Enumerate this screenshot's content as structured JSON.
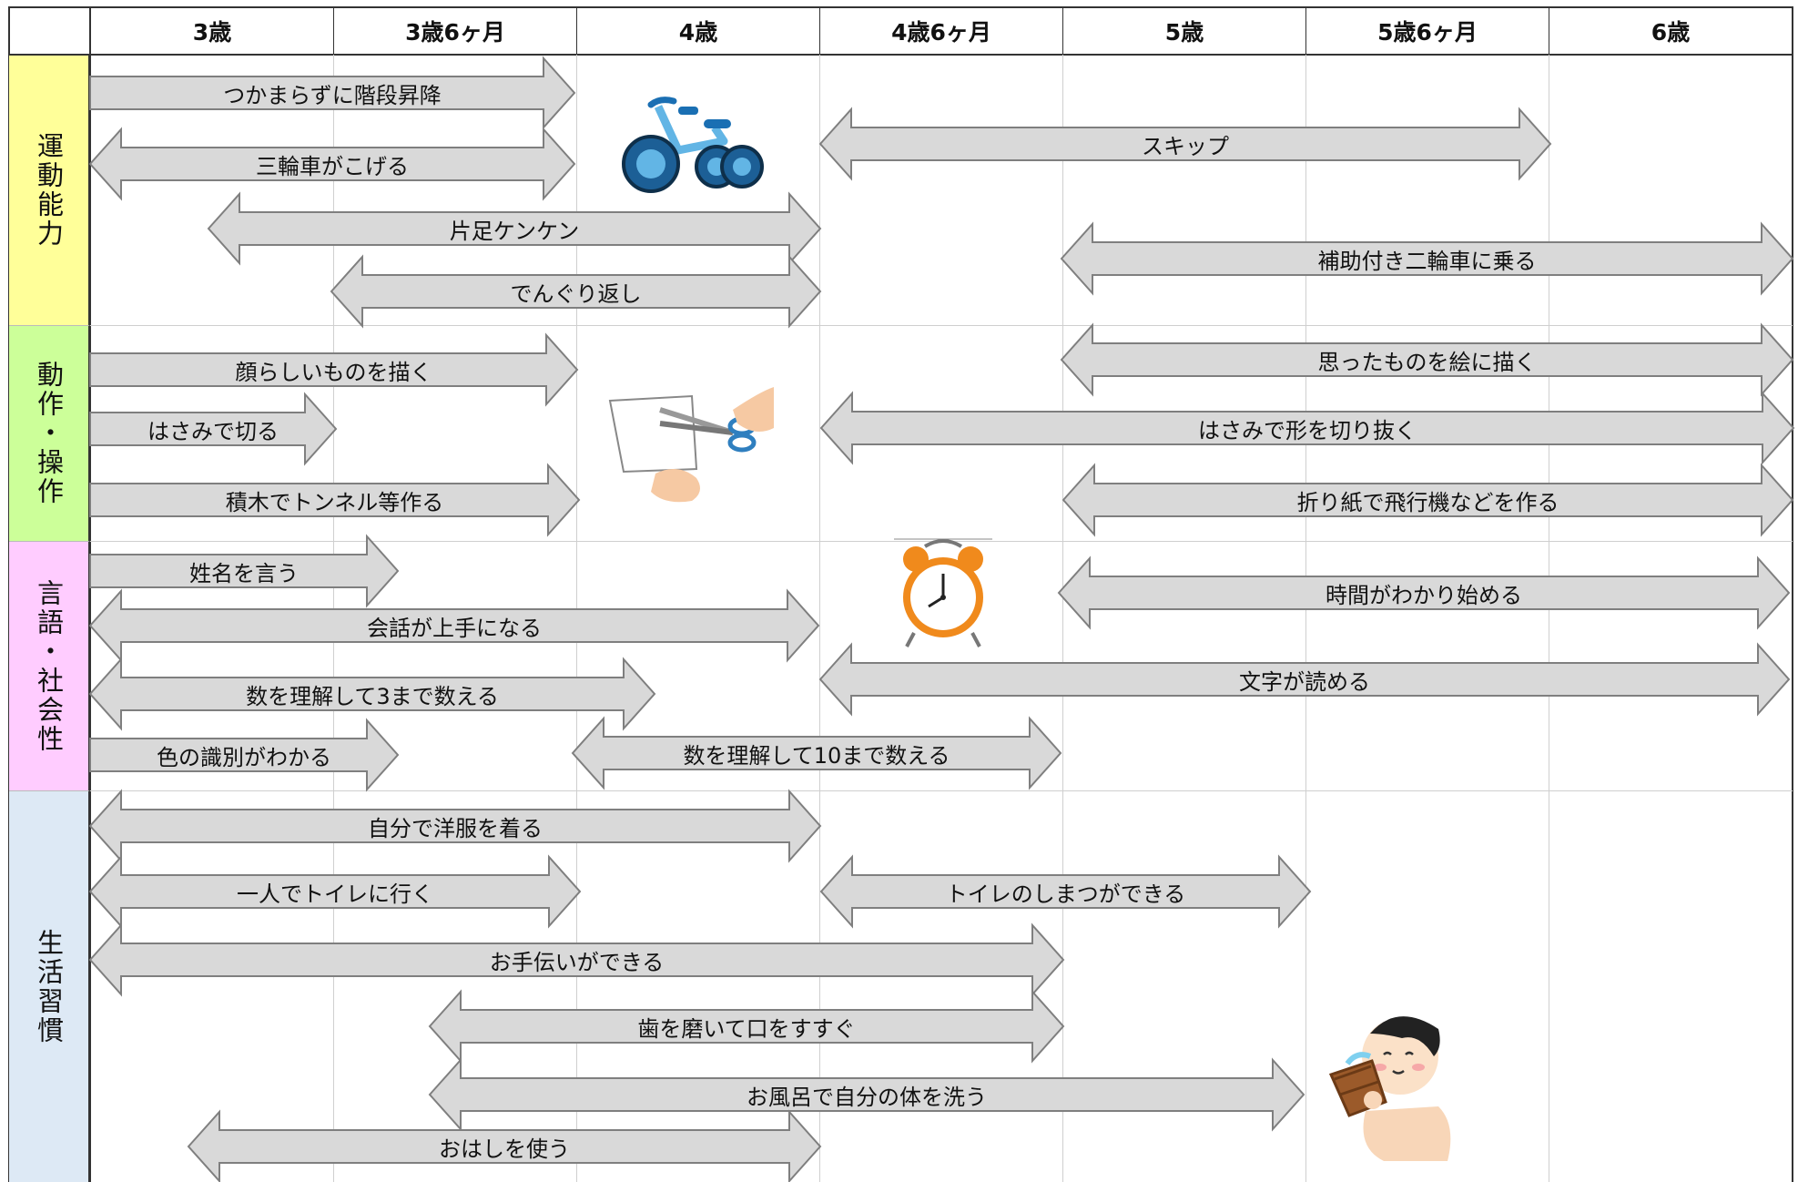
{
  "columns": [
    "3歳",
    "3歳6ヶ月",
    "4歳",
    "4歳6ヶ月",
    "5歳",
    "5歳6ヶ月",
    "6歳"
  ],
  "categories": {
    "motor": "運動能力",
    "manipulation": "動作・操作",
    "language": "言語・社会性",
    "habits": "生活習慣"
  },
  "colors": {
    "motor": "#ffff99",
    "manipulation": "#ccff99",
    "language": "#ffccff",
    "habits": "#dde9f5",
    "arrow_fill": "#d9d9d9",
    "arrow_stroke": "#7f7f7f"
  },
  "milestones": {
    "motor": [
      {
        "label": "つかまらずに階段昇降"
      },
      {
        "label": "三輪車がこげる"
      },
      {
        "label": "スキップ"
      },
      {
        "label": "片足ケンケン"
      },
      {
        "label": "補助付き二輪車に乗る"
      },
      {
        "label": "でんぐり返し"
      }
    ],
    "manipulation": [
      {
        "label": "顔らしいものを描く"
      },
      {
        "label": "思ったものを絵に描く"
      },
      {
        "label": "はさみで切る"
      },
      {
        "label": "はさみで形を切り抜く"
      },
      {
        "label": "積木でトンネル等作る"
      },
      {
        "label": "折り紙で飛行機などを作る"
      }
    ],
    "language": [
      {
        "label": "姓名を言う"
      },
      {
        "label": "時間がわかり始める"
      },
      {
        "label": "会話が上手になる"
      },
      {
        "label": "文字が読める"
      },
      {
        "label": "数を理解して3まで数える"
      },
      {
        "label": "色の識別がわかる"
      },
      {
        "label": "数を理解して10まで数える"
      }
    ],
    "habits": [
      {
        "label": "自分で洋服を着る"
      },
      {
        "label": "一人でトイレに行く"
      },
      {
        "label": "トイレのしまつができる"
      },
      {
        "label": "お手伝いができる"
      },
      {
        "label": "歯を磨いて口をすすぐ"
      },
      {
        "label": "お風呂で自分の体を洗う"
      },
      {
        "label": "おはしを使う"
      }
    ]
  },
  "illustrations": [
    "tricycle",
    "scissors-cutting-paper",
    "alarm-clock",
    "child-bathing"
  ]
}
